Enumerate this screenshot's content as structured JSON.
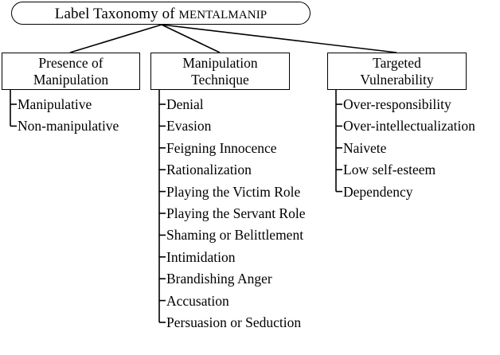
{
  "figure": {
    "root": {
      "text_prefix": "Label Taxonomy of ",
      "dataset_name": "MentalManip",
      "full_text": "Label Taxonomy of MentalManip"
    },
    "columns": [
      {
        "title_line_1": "Presence of",
        "title_line_2": "Manipulation",
        "title": "Presence of Manipulation",
        "items": [
          "Manipulative",
          "Non-manipulative"
        ]
      },
      {
        "title_line_1": "Manipulation",
        "title_line_2": "Technique",
        "title": "Manipulation Technique",
        "items": [
          "Denial",
          "Evasion",
          "Feigning Innocence",
          "Rationalization",
          "Playing the Victim Role",
          "Playing the Servant Role",
          "Shaming or Belittlement",
          "Intimidation",
          "Brandishing Anger",
          "Accusation",
          "Persuasion or Seduction"
        ]
      },
      {
        "title_line_1": "Targeted",
        "title_line_2": "Vulnerability",
        "title": "Targeted Vulnerability",
        "items": [
          "Over-responsibility",
          "Over-intellectualization",
          "Naivete",
          "Low self-esteem",
          "Dependency"
        ]
      }
    ],
    "colors": {
      "stroke": "#000000",
      "background": "#ffffff",
      "text": "#000000"
    }
  }
}
